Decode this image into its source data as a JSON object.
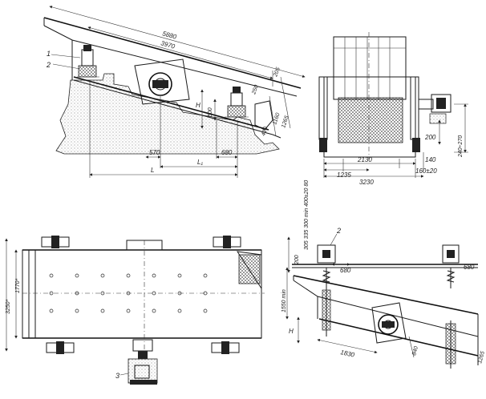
{
  "side_view": {
    "dim_5880": "5880",
    "dim_3970": "3970",
    "dim_205": "205",
    "dim_250": "250",
    "dim_500": "500",
    "dim_1160": "1160",
    "dim_1265": "1265",
    "dim_410": "410",
    "dim_570": "570",
    "dim_680": "680",
    "label_H": "H",
    "label_L": "L",
    "label_L1": "L₁",
    "callout_1": "1",
    "callout_2": "2"
  },
  "front_view": {
    "dim_2130": "2130",
    "dim_1235": "1235",
    "dim_3230": "3230",
    "dim_140": "140",
    "dim_160_20": "160±20",
    "dim_200": "200",
    "dim_240_270": "240÷270"
  },
  "plan_view": {
    "dim_3250": "3250*",
    "dim_1770": "1770*",
    "callout_3": "3"
  },
  "suspended_view": {
    "dim_1550": "1550 min",
    "dim_1830": "1830",
    "dim_680_left": "680",
    "dim_680_right": "680",
    "dim_200": "200",
    "dim_840": "840",
    "dim_1265": "1265",
    "dim_stack": "305 335 300 min 400±20 80",
    "label_H": "H",
    "callout_2": "2"
  }
}
